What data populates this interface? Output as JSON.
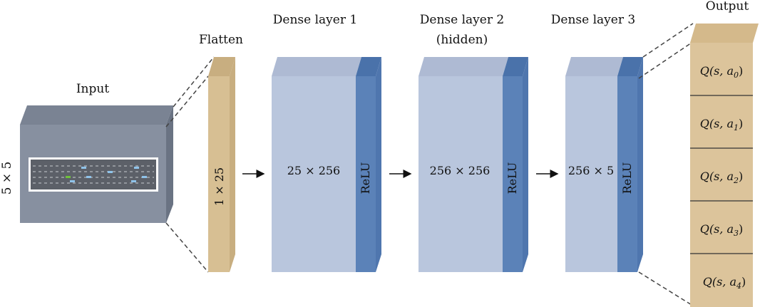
{
  "input": {
    "label": "Input",
    "size_label": "5 × 5"
  },
  "flatten": {
    "label": "Flatten",
    "size_label": "1 × 25"
  },
  "dense_layers": [
    {
      "title": "Dense layer 1",
      "subtitle": "",
      "size_label": "25 × 256",
      "activation": "ReLU"
    },
    {
      "title": "Dense layer 2",
      "subtitle": "(hidden)",
      "size_label": "256 × 256",
      "activation": "ReLU"
    },
    {
      "title": "Dense layer 3",
      "subtitle": "",
      "size_label": "256 × 5",
      "activation": "ReLU"
    }
  ],
  "output": {
    "label": "Output",
    "cells": [
      {
        "q": "Q(s, a",
        "sub": "0",
        "close": ")"
      },
      {
        "q": "Q(s, a",
        "sub": "1",
        "close": ")"
      },
      {
        "q": "Q(s, a",
        "sub": "2",
        "close": ")"
      },
      {
        "q": "Q(s, a",
        "sub": "3",
        "close": ")"
      },
      {
        "q": "Q(s, a",
        "sub": "4",
        "close": ")"
      }
    ]
  },
  "colors": {
    "input_front": "#8790a0",
    "input_top": "#7a8393",
    "input_side": "#6a7383",
    "flatten_front": "#d7bf93",
    "flatten_top": "#c8ae80",
    "dense_front": "#b9c6dd",
    "dense_top": "#aebad3",
    "relu_front": "#5b82b8",
    "relu_top": "#4a72aa",
    "relu_side": "#4f76ae",
    "output_front": "#dcc49b",
    "output_top": "#d4b98b",
    "road": "#5c6068",
    "car_blue": "#8fc3ea",
    "car_green": "#6fc23c"
  }
}
